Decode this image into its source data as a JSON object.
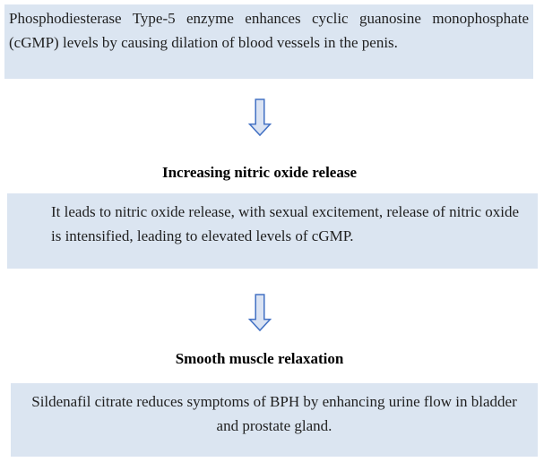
{
  "colors": {
    "box_fill": "#dbe5f1",
    "arrow_fill": "#dae3f3",
    "arrow_border": "#4472c4",
    "text": "#1f1f1f",
    "background": "#ffffff"
  },
  "diagram": {
    "boxes": [
      {
        "text": "Phosphodiesterase Type-5 enzyme enhances cyclic guanosine monophosphate (cGMP) levels by causing dilation of blood vessels in the penis."
      },
      {
        "text": "It leads to nitric oxide release, with sexual excitement, release of nitric oxide is intensified, leading to elevated levels of cGMP."
      },
      {
        "text": "Sildenafil citrate reduces symptoms of BPH by enhancing urine flow in bladder and prostate gland."
      }
    ],
    "labels": [
      "Increasing nitric oxide release",
      "Smooth muscle relaxation"
    ],
    "icons": [
      {
        "name": "down-arrow-icon"
      },
      {
        "name": "down-arrow-icon"
      }
    ]
  }
}
